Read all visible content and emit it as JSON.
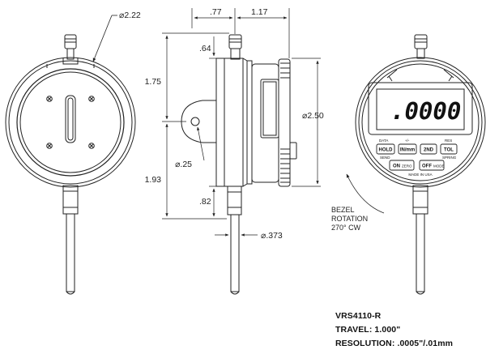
{
  "dimensions": {
    "back_diameter": "⌀2.22",
    "stem_offset": ".77",
    "body_depth": "1.17",
    "cap_height": ".64",
    "upper_height": "1.75",
    "lug_hole": "⌀.25",
    "lower_height": "1.93",
    "stem_length": ".82",
    "dial_diameter": "⌀2.50",
    "spindle_diameter": "⌀.373"
  },
  "bezel_note": {
    "line1": "BEZEL",
    "line2": "ROTATION",
    "line3": "270° CW"
  },
  "display": {
    "reading": ".0000"
  },
  "keypad": {
    "data_label": "DATA",
    "hold_key": "HOLD",
    "hold_sub": "SEND",
    "pm_label": "+/-",
    "in_mm_key": "IN/mm",
    "second_key": "2ND",
    "res_label": "RES",
    "tol_key": "TOL",
    "tol_sub": "SPRING",
    "on_key": "ON",
    "on_sub": "ZERO",
    "off_key": "OFF",
    "off_sub": "MODE",
    "origin": "MADE IN USA"
  },
  "specs": {
    "model": "VRS4110-R",
    "travel": "TRAVEL: 1.000\"",
    "resolution": "RESOLUTION: .0005\"/.01mm"
  }
}
